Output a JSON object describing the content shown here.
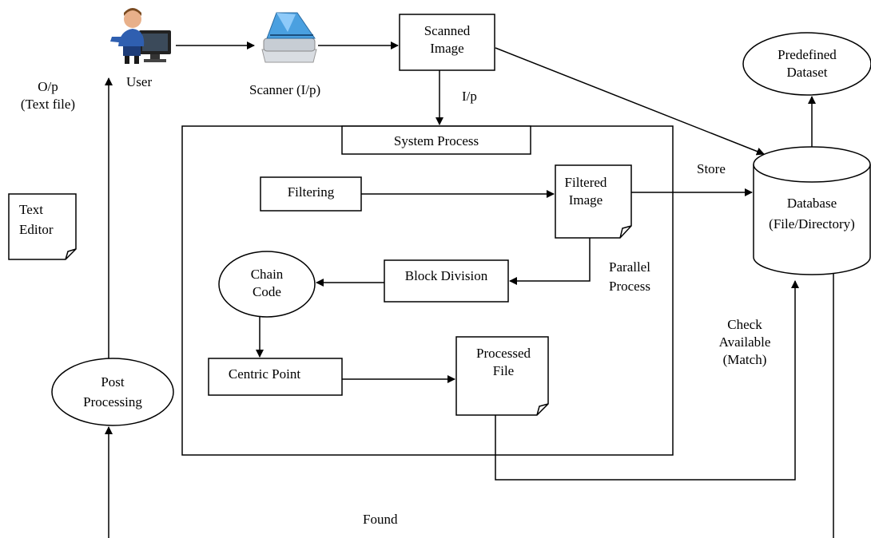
{
  "nodes": {
    "user": "User",
    "scanner": "Scanner (I/p)",
    "scanned_image": [
      "Scanned",
      "Image"
    ],
    "predefined_dataset": [
      "Predefined",
      "Dataset"
    ],
    "system_process": "System Process",
    "filtering": "Filtering",
    "filtered_image": [
      "Filtered",
      "Image"
    ],
    "block_division": "Block Division",
    "chain_code": [
      "Chain",
      "Code"
    ],
    "centric_point": "Centric Point",
    "processed_file": [
      "Processed",
      "File"
    ],
    "database": [
      "Database",
      "(File/Directory)"
    ],
    "text_editor": [
      "Text",
      "Editor"
    ],
    "post_processing": [
      "Post",
      "Processing"
    ]
  },
  "edge_labels": {
    "ip": "I/p",
    "op": [
      "O/p",
      "(Text file)"
    ],
    "store": "Store",
    "parallel_process": [
      "Parallel",
      "Process"
    ],
    "check_available": [
      "Check",
      "Available",
      "(Match)"
    ],
    "found": "Found"
  }
}
